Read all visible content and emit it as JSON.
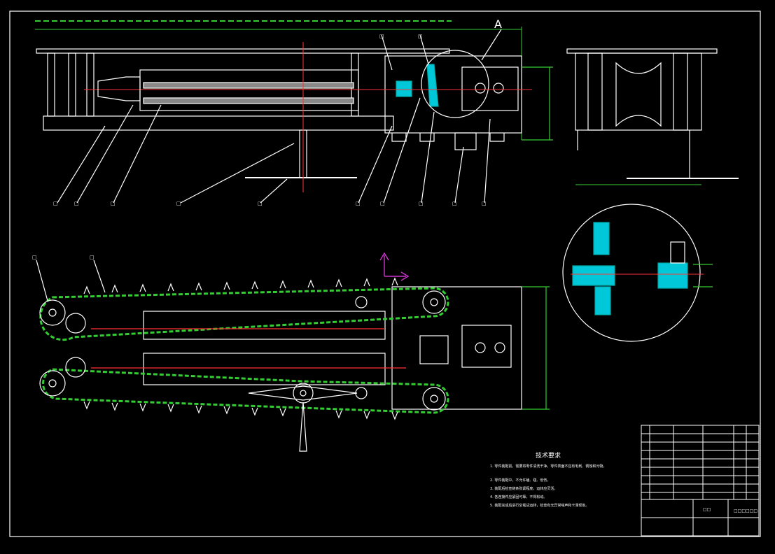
{
  "drawing": {
    "view_label_a": "A",
    "callout_marker": "□"
  },
  "notes": {
    "title": "技术要求",
    "items": [
      "1. 零件装配前，需要将零件清洗干净，零件表面不应有毛刺、锈蚀和污物。",
      "2. 零件装配中，不允许磕、碰、划伤。",
      "3. 装配后检查链条张紧程度，运转应灵活。",
      "4. 各连接件应紧固可靠，不得松动。",
      "5. 装配完成后进行空载试运转，检查有无异常噪声和卡滞现象。"
    ]
  },
  "title_block": {
    "drawing_name": "□□□□□□",
    "drawing_number": "□□"
  },
  "colors": {
    "background": "#000000",
    "outline": "#ffffff",
    "chain": "#33cc33",
    "centerline": "#ff3030",
    "cyan_part": "#00c8d8",
    "dimension": "#33cc33",
    "axis_indicator": "#cc33cc"
  }
}
